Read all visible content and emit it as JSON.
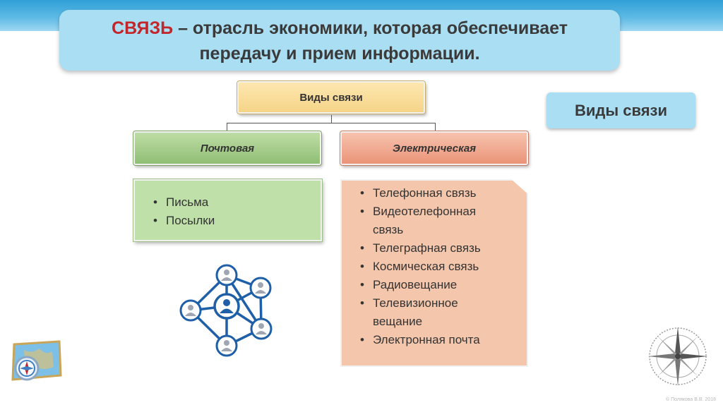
{
  "title": {
    "accent": "СВЯЗЬ",
    "rest": " – отрасль экономики, которая обеспечивает",
    "line2": "передачу и прием информации."
  },
  "side_button": "Виды связи",
  "diagram": {
    "root": "Виды связи",
    "postal": {
      "label": "Почтовая",
      "items": [
        "Письма",
        "Посылки"
      ]
    },
    "electric": {
      "label": "Электрическая",
      "items": [
        "Телефонная связь",
        "Видеотелефонная связь",
        "Телеграфная связь",
        "Космическая связь",
        "Радиовещание",
        "Телевизионное вещание",
        "Электронная почта"
      ]
    }
  },
  "footer": "© Полякова В.В. 2018",
  "icons": {
    "network": "people-network-icon",
    "map": "map-compass-icon",
    "compass": "compass-rose-icon"
  },
  "colors": {
    "accent": "#c2262a",
    "title_bg": "#a9def3",
    "root_bg": "#f5d488",
    "postal_bg": "#8fbe74",
    "electric_bg": "#ea9478",
    "network_blue": "#1f5fa8"
  }
}
